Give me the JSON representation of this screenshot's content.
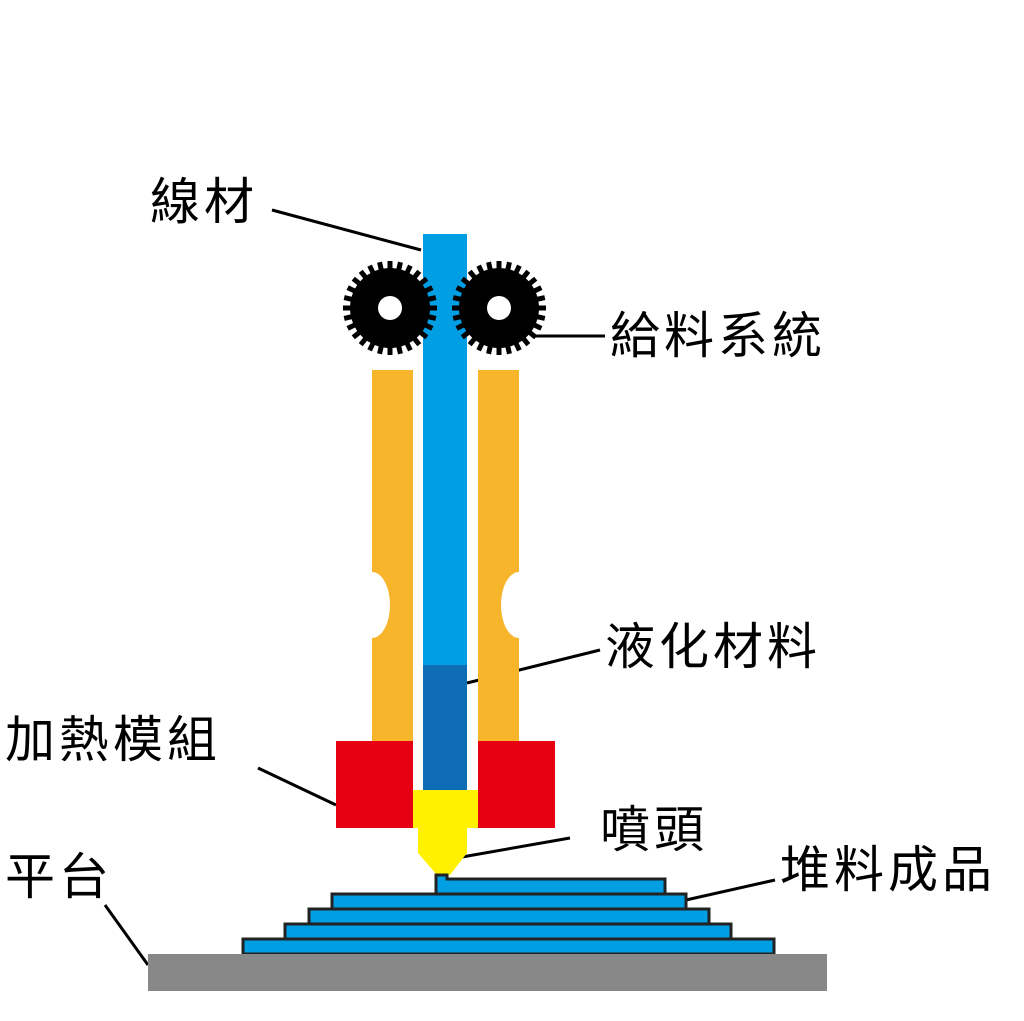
{
  "labels": {
    "filament": "線材",
    "feeder": "給料系統",
    "liquefied": "液化材料",
    "heater": "加熱模組",
    "nozzle": "噴頭",
    "product": "堆料成品",
    "platform": "平台"
  },
  "colors": {
    "filament": "#009fe3",
    "liquefied": "#0f6db5",
    "heatsink": "#f7b52c",
    "heater": "#e60012",
    "nozzle": "#fff100",
    "platform": "#888888",
    "gear": "#000000"
  }
}
